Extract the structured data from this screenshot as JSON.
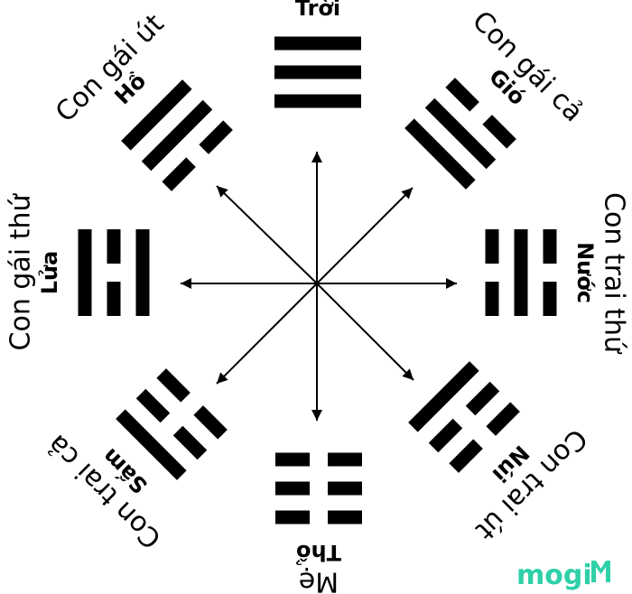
{
  "colors": {
    "ink": "#000000",
    "background": "#ffffff",
    "brand": "#2fd0a8"
  },
  "trigrams": [
    {
      "id": "troi",
      "name": "Trời",
      "role": "",
      "lines": [
        "solid",
        "solid",
        "solid"
      ],
      "icon": "trigram-heaven-icon"
    },
    {
      "id": "gio",
      "name": "Gió",
      "role": "Con gái cả",
      "lines": [
        "solid",
        "solid",
        "broken"
      ],
      "icon": "trigram-wind-icon"
    },
    {
      "id": "nuoc",
      "name": "Nước",
      "role": "Con trai thứ",
      "lines": [
        "broken",
        "solid",
        "broken"
      ],
      "icon": "trigram-water-icon"
    },
    {
      "id": "nui",
      "name": "Núi",
      "role": "Con trai út",
      "lines": [
        "solid",
        "broken",
        "broken"
      ],
      "icon": "trigram-mountain-icon"
    },
    {
      "id": "tho",
      "name": "Thổ",
      "role": "Mẹ",
      "lines": [
        "broken",
        "broken",
        "broken"
      ],
      "icon": "trigram-earth-icon"
    },
    {
      "id": "sam",
      "name": "Sấm",
      "role": "Con trai cả",
      "lines": [
        "broken",
        "broken",
        "solid"
      ],
      "icon": "trigram-thunder-icon"
    },
    {
      "id": "lua",
      "name": "Lửa",
      "role": "Con gái thứ",
      "lines": [
        "solid",
        "broken",
        "solid"
      ],
      "icon": "trigram-fire-icon"
    },
    {
      "id": "ho",
      "name": "Hồ",
      "role": "Con gái út",
      "lines": [
        "broken",
        "solid",
        "solid"
      ],
      "icon": "trigram-lake-icon"
    }
  ],
  "logo": {
    "text": "mogi",
    "icon": "m-logo-icon"
  }
}
